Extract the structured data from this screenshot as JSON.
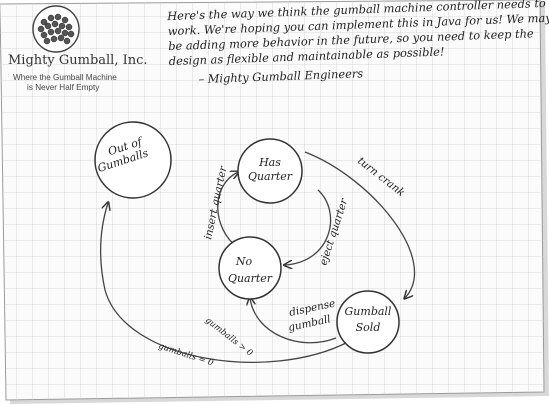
{
  "company": {
    "name": "Mighty Gumball, Inc.",
    "tagline_line1": "Where the Gumball Machine",
    "tagline_line2": "is Never Half Empty"
  },
  "note": {
    "lines": [
      "Here's the way we think the gumball machine controller needs to",
      "work. We're hoping you can implement this in Java for us! We may",
      "be adding more behavior in the future, so you need to keep the",
      "design as flexible and maintainable as possible!"
    ],
    "signature": "– Mighty Gumball Engineers"
  },
  "states": {
    "out_of_gumballs": [
      "Out of",
      "Gumballs"
    ],
    "has_quarter": [
      "Has",
      "Quarter"
    ],
    "no_quarter": [
      "No",
      "Quarter"
    ],
    "gumball_sold": [
      "Gumball",
      "Sold"
    ]
  },
  "transitions": {
    "insert_quarter": "insert quarter",
    "eject_quarter": "eject quarter",
    "turn_crank": "turn crank",
    "dispense_gumball_line1": "dispense",
    "dispense_gumball_line2": "gumball",
    "gumballs_gt_zero": "gumballs > 0",
    "gumballs_eq_zero": "gumballs = 0"
  }
}
